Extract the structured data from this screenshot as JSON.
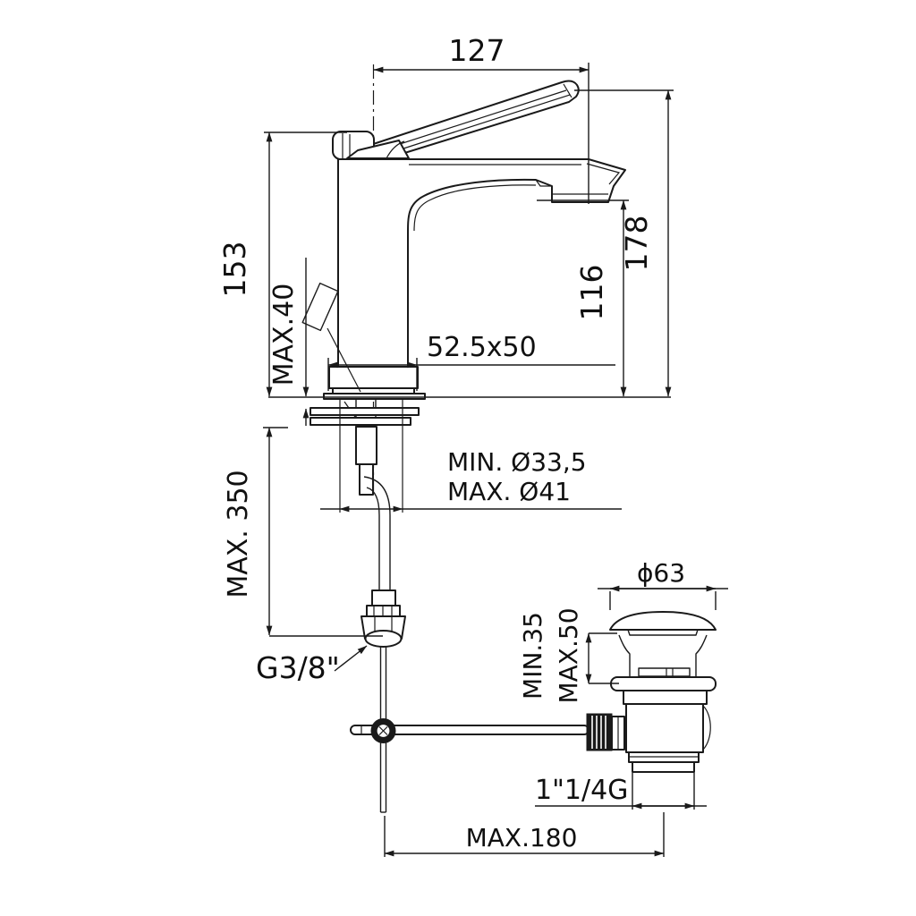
{
  "drawing": {
    "type": "technical-dimension-drawing",
    "subject": "single-lever basin mixer tap with pop-up waste",
    "colors": {
      "line": "#1a1a1a",
      "background": "#ffffff",
      "text": "#101010"
    },
    "labels": {
      "spout_reach": "127",
      "height_to_handle_base": "153",
      "max_deck_thickness": "MAX.40",
      "total_height": "178",
      "spout_outlet_height": "116",
      "base_footprint": "52.5x50",
      "hole_min_diameter": "MIN. Ø33,5",
      "hole_max_diameter": "MAX. Ø41",
      "max_hose_length": "MAX. 350",
      "supply_thread": "G3/8\"",
      "waste_cap_diameter": "ϕ63",
      "waste_clamp_min": "MIN.35",
      "waste_clamp_max": "MAX.50",
      "waste_thread": "1\"1/4G",
      "max_rod_reach": "MAX.180"
    }
  }
}
